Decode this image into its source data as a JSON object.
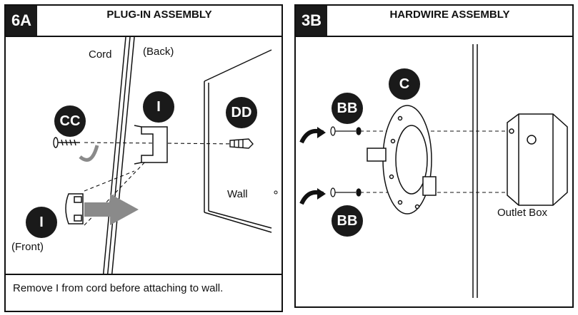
{
  "panel_left": {
    "tag": "6A",
    "title": "PLUG-IN ASSEMBLY",
    "labels": {
      "cord": "Cord",
      "back": "(Back)",
      "wall": "Wall",
      "front": "(Front)"
    },
    "callouts": {
      "cc": "CC",
      "i_top": "I",
      "dd": "DD",
      "i_bottom": "I"
    },
    "note": "Remove I from cord before attaching to wall."
  },
  "panel_right": {
    "tag": "3B",
    "title": "HARDWIRE ASSEMBLY",
    "labels": {
      "outlet_box": "Outlet Box"
    },
    "callouts": {
      "c": "C",
      "bb_top": "BB",
      "bb_bottom": "BB"
    }
  },
  "colors": {
    "ink": "#1a1a1a",
    "arrow_gray": "#8a8a8a"
  }
}
